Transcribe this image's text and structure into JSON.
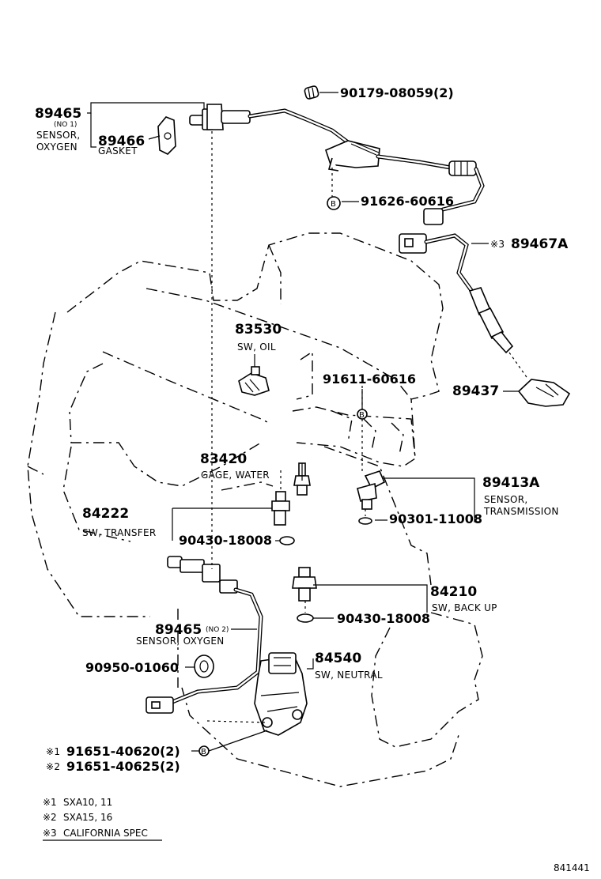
{
  "figure_id": "841441",
  "notes": [
    {
      "mark": "※1",
      "text": "SXA10, 11"
    },
    {
      "mark": "※2",
      "text": "SXA15, 16"
    },
    {
      "mark": "※3",
      "text": "CALIFORNIA SPEC"
    }
  ],
  "parts": {
    "p89465_1": {
      "number": "89465",
      "sub": "(NO 1)",
      "desc1": "SENSOR,",
      "desc2": "OXYGEN"
    },
    "p89466": {
      "number": "89466",
      "desc": "GASKET"
    },
    "p90179": {
      "number": "90179-08059(2)"
    },
    "p91626": {
      "number": "91626-60616",
      "badge": "B"
    },
    "p89467A": {
      "mark": "※3",
      "number": "89467A"
    },
    "p83530": {
      "number": "83530",
      "desc": "SW, OIL"
    },
    "p91611": {
      "number": "91611-60616",
      "badge": "B"
    },
    "p89437": {
      "number": "89437"
    },
    "p83420": {
      "number": "83420",
      "desc": "GAGE, WATER"
    },
    "p89413A": {
      "number": "89413A",
      "desc1": "SENSOR,",
      "desc2": "TRANSMISSION"
    },
    "p84222": {
      "number": "84222",
      "desc": "SW, TRANSFER"
    },
    "p90301": {
      "number": "90301-11008"
    },
    "p90430_a": {
      "number": "90430-18008"
    },
    "p84210": {
      "number": "84210",
      "desc": "SW, BACK UP"
    },
    "p90430_b": {
      "number": "90430-18008"
    },
    "p89465_2": {
      "number": "89465",
      "sub": "(NO 2)",
      "desc": "SENSOR, OXYGEN"
    },
    "p90950": {
      "number": "90950-01060"
    },
    "p84540": {
      "number": "84540",
      "desc": "SW, NEUTRAL"
    },
    "p91651_1": {
      "mark": "※1",
      "number": "91651-40620(2)"
    },
    "p91651_2": {
      "mark": "※2",
      "number": "91651-40625(2)"
    },
    "badge_b": "B"
  }
}
